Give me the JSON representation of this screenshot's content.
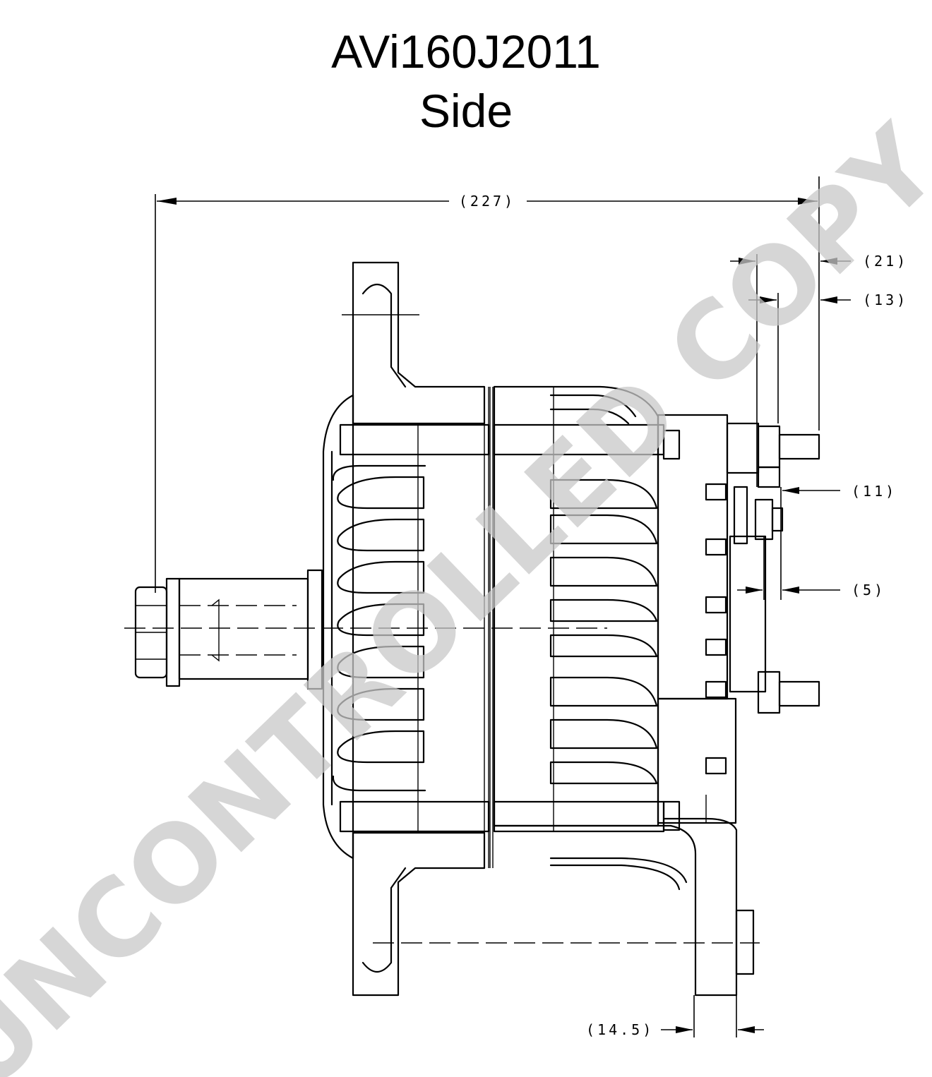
{
  "title": "AVi160J2011",
  "subtitle": "Side",
  "watermark": "UNCONTROLLED COPY",
  "dimensions": {
    "overall_length": "(227)",
    "dim_21": "(21)",
    "dim_13": "(13)",
    "dim_11": "(11)",
    "dim_5": "(5)",
    "dim_14_5": "(14.5)"
  }
}
